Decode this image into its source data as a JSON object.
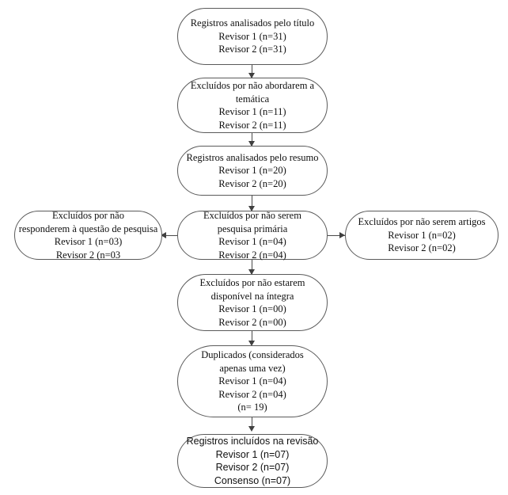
{
  "diagram": {
    "title": "Fluxograma de selecao de estudos",
    "nodes": {
      "titulo": {
        "lines": [
          "Registros analisados pelo título",
          "Revisor 1 (n=31)",
          "Revisor 2 (n=31)"
        ]
      },
      "tematica": {
        "lines": [
          "Excluídos por não abordarem a",
          "temática",
          "Revisor 1 (n=11)",
          "Revisor 2 (n=11)"
        ]
      },
      "resumo": {
        "lines": [
          "Registros analisados pelo resumo",
          "Revisor 1 (n=20)",
          "Revisor 2 (n=20)"
        ]
      },
      "questao": {
        "lines": [
          "Excluídos por não",
          "responderem à questão de pesquisa",
          "Revisor 1 (n=03)",
          "Revisor 2 (n=03"
        ]
      },
      "primaria": {
        "lines": [
          "Excluídos por não serem",
          "pesquisa primária",
          "Revisor 1 (n=04)",
          "Revisor 2 (n=04)"
        ]
      },
      "artigos": {
        "lines": [
          "Excluídos por não serem artigos",
          "Revisor 1 (n=02)",
          "Revisor 2 (n=02)"
        ]
      },
      "integra": {
        "lines": [
          "Excluídos por não estarem",
          "disponível na íntegra",
          "Revisor 1 (n=00)",
          "Revisor 2 (n=00)"
        ]
      },
      "duplicados": {
        "lines": [
          "Duplicados (considerados",
          "apenas uma vez)",
          "Revisor 1 (n=04)",
          "Revisor 2 (n=04)",
          "(n= 19)"
        ]
      },
      "incluidos": {
        "lines": [
          "Registros incluídos na revisão",
          "Revisor 1 (n=07)",
          "Revisor 2 (n=07)",
          "Consenso (n=07)"
        ]
      }
    },
    "colors": {
      "border": "#5a5a5a",
      "connector": "#4a4a4a",
      "text": "#101010",
      "background": "#ffffff"
    }
  }
}
